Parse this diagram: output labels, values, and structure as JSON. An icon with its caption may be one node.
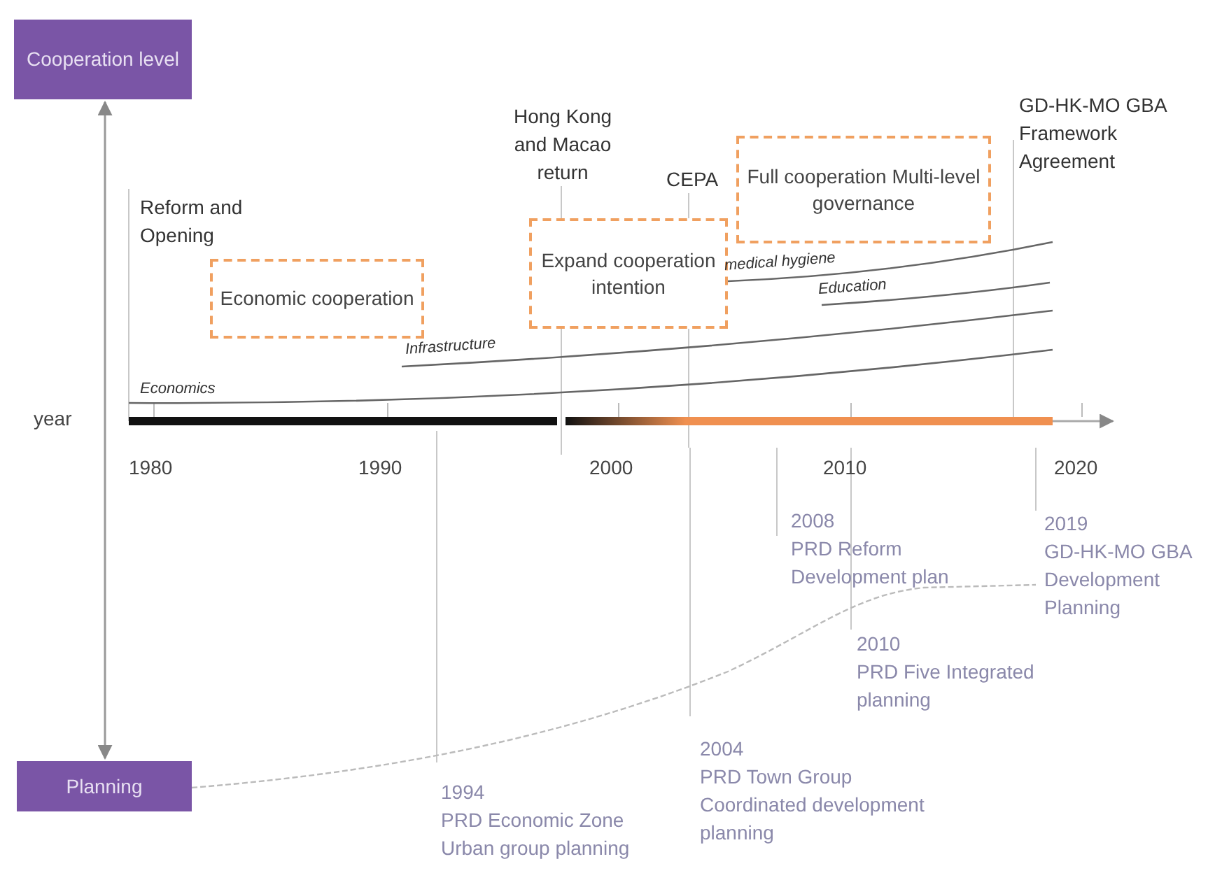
{
  "diagram": {
    "nodes": [
      {
        "text": [
          "Cooperation level"
        ]
      },
      {
        "text": [
          "Planning"
        ]
      },
      {
        "text": [
          "Economic cooperation"
        ]
      },
      {
        "text": [
          "Expand cooperation intention"
        ]
      },
      {
        "text": [
          "Full cooperation Multi-level governance"
        ]
      }
    ],
    "edges": [
      {
        "from": 0,
        "to": 1,
        "arrow": "both"
      }
    ],
    "labels": [
      "Hong Kong and Macao return",
      "GD-HK-MO GBA Framework Agreement",
      "Reform and Opening",
      "CEPA",
      "medical hygiene",
      "Education",
      "Infrastructure",
      "Economics",
      "year",
      "1980",
      "1990",
      "2000",
      "2010",
      "2020",
      "2008",
      "PRD Reform Development plan",
      "2019",
      "GD-HK-MO GBA Development Planning",
      "2010",
      "PRD Five Integrated planning",
      "1994",
      "PRD Economic Zone Urban group planning",
      "2004",
      "PRD Town Group Coordinated development planning"
    ]
  }
}
